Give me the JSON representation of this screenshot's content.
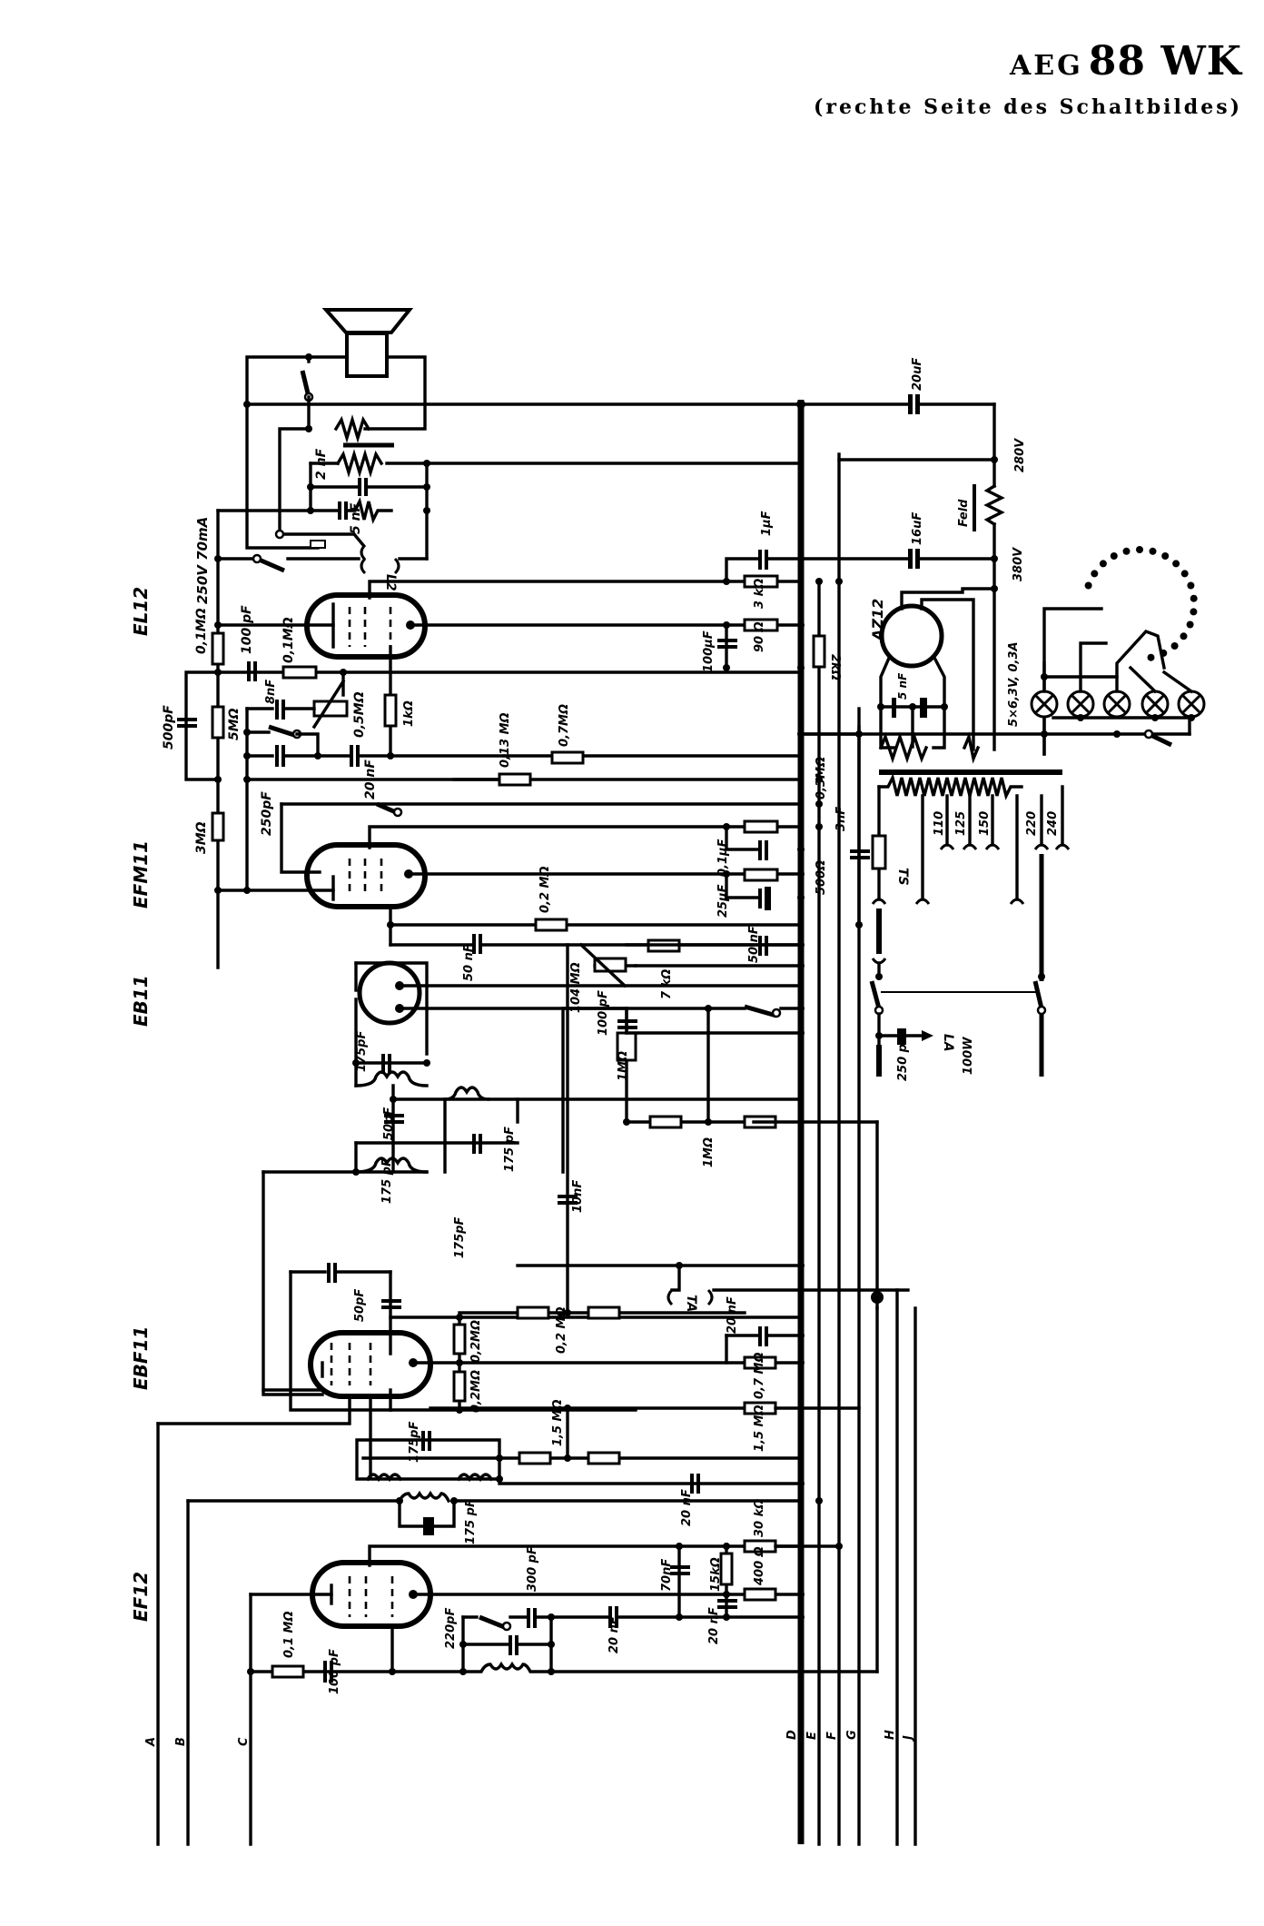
{
  "title": {
    "brand": "AEG",
    "model": "88 WK",
    "subtitle": "(rechte Seite des Schaltbildes)"
  },
  "tubes": [
    {
      "id": "EL12",
      "label": "EL12"
    },
    {
      "id": "EFM11",
      "label": "EFM11"
    },
    {
      "id": "EB11",
      "label": "EB11"
    },
    {
      "id": "EBF11",
      "label": "EBF11"
    },
    {
      "id": "EF12",
      "label": "EF12"
    },
    {
      "id": "AZ12",
      "label": "AZ12"
    }
  ],
  "bus_lines": [
    "A",
    "B",
    "C",
    "D",
    "E",
    "F",
    "G",
    "H",
    "J"
  ],
  "components": {
    "output": {
      "c_2nf": "2 nF",
      "c_5nf": "5 nF",
      "l2": "L2",
      "supply": "250V 70mA"
    },
    "el12_stage": {
      "r_grid": "0,1MΩ",
      "c_100pf": "100 pF",
      "r_01m": "0,1MΩ",
      "c_500pf": "500pF",
      "r_5m": "5MΩ",
      "c_8nf": "8nF",
      "pot_05m": "0,5MΩ",
      "r_1k": "1kΩ",
      "c_20nf": "20 nF",
      "c_250pf": "250pF",
      "r_3m": "3MΩ",
      "r_013m": "0,13 MΩ",
      "r_07m": "0,7MΩ"
    },
    "cathode": {
      "c_1uf": "1µF",
      "r_3k": "3 kΩ",
      "r_90": "90 Ω",
      "c_100uf": "100µF",
      "r_2k": "2kΩ"
    },
    "efm11_stage": {
      "r_03m": "0,3MΩ",
      "c_01uf": "0,1µF",
      "r_500": "500Ω",
      "c_25uf": "25µF",
      "c_3nf": "3nF",
      "r_02m": "0,2 MΩ",
      "c_50nf_a": "50 nF",
      "c_50nf_b": "50 nF",
      "pot_104m": "104 MΩ",
      "r_7k": "7 kΩ",
      "c_100pf": "100 pF",
      "r_1m": "1MΩ"
    },
    "detector": {
      "c_175pf_a": "175pF",
      "c_50pf_a": "50pF",
      "c_175pf_b": "175 pF",
      "r_1m_pair": "1MΩ",
      "c_10nf": "10nF",
      "c_175pf_c": "175 pF",
      "c_175pf_d": "175pF",
      "c_50pf_b": "50pF",
      "ta": "TA"
    },
    "ebf11_stage": {
      "r_02m_a": "0,2MΩ",
      "r_02m_b": "0,2MΩ",
      "r_02m_pair": "0,2 MΩ",
      "c_20nf": "20 nF",
      "r_07m": "0,7 MΩ",
      "r_15m_pair": "1,5 MΩ",
      "r_15m": "1,5 MΩ",
      "c_175pf": "175pF",
      "c_20nf_b": "20 nF",
      "c_175pf_b": "175 pF"
    },
    "ef12_stage": {
      "r_01m": "0,1 MΩ",
      "c_100pf": "100 pF",
      "c_220pf": "220pF",
      "c_300pf": "300 pF",
      "c_20nf_a": "20 nF",
      "c_70nf": "70nF",
      "r_15k": "15kΩ",
      "c_20nf_b": "20 nF",
      "r_30k": "30 kΩ",
      "r_400": "400 Ω"
    },
    "power": {
      "c_20uf": "20uF",
      "v_280": "280V",
      "field": "Feld",
      "c_16uf": "16uF",
      "v_380": "380V",
      "c_5nf": "5 nF",
      "lamps": "5×6,3V, 0,3A",
      "taps": [
        "110",
        "125",
        "150",
        "220",
        "240"
      ],
      "fuse": "TS",
      "c_250pf": "250 pF",
      "la": "LA",
      "power_rating": "100W"
    }
  }
}
